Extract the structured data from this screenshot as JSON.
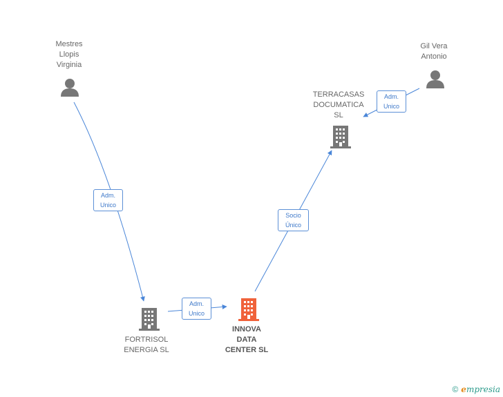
{
  "nodes": {
    "mestres": {
      "lines": [
        "Mestres",
        "Llopis",
        "Virginia"
      ],
      "type": "person"
    },
    "gilvera": {
      "lines": [
        "Gil Vera",
        "Antonio"
      ],
      "type": "person"
    },
    "terracasas": {
      "lines": [
        "TERRACASAS",
        "DOCUMATICA",
        "SL"
      ],
      "type": "company"
    },
    "fortrisol": {
      "lines": [
        "FORTRISOL",
        "ENERGIA SL"
      ],
      "type": "company"
    },
    "innova": {
      "lines": [
        "INNOVA",
        "DATA",
        "CENTER SL"
      ],
      "type": "company-main"
    }
  },
  "edges": {
    "e1": {
      "lines": [
        "Adm.",
        "Unico"
      ]
    },
    "e2": {
      "lines": [
        "Adm.",
        "Unico"
      ]
    },
    "e3": {
      "lines": [
        "Socio",
        "Único"
      ]
    },
    "e4": {
      "lines": [
        "Adm.",
        "Unico"
      ]
    }
  },
  "colors": {
    "edge": "#4a86d8",
    "person_icon": "#777777",
    "company_icon": "#777777",
    "main_company_icon": "#f0623a"
  },
  "footer": {
    "copyright": "©",
    "brand_e": "e",
    "brand_rest": "mpresia"
  }
}
